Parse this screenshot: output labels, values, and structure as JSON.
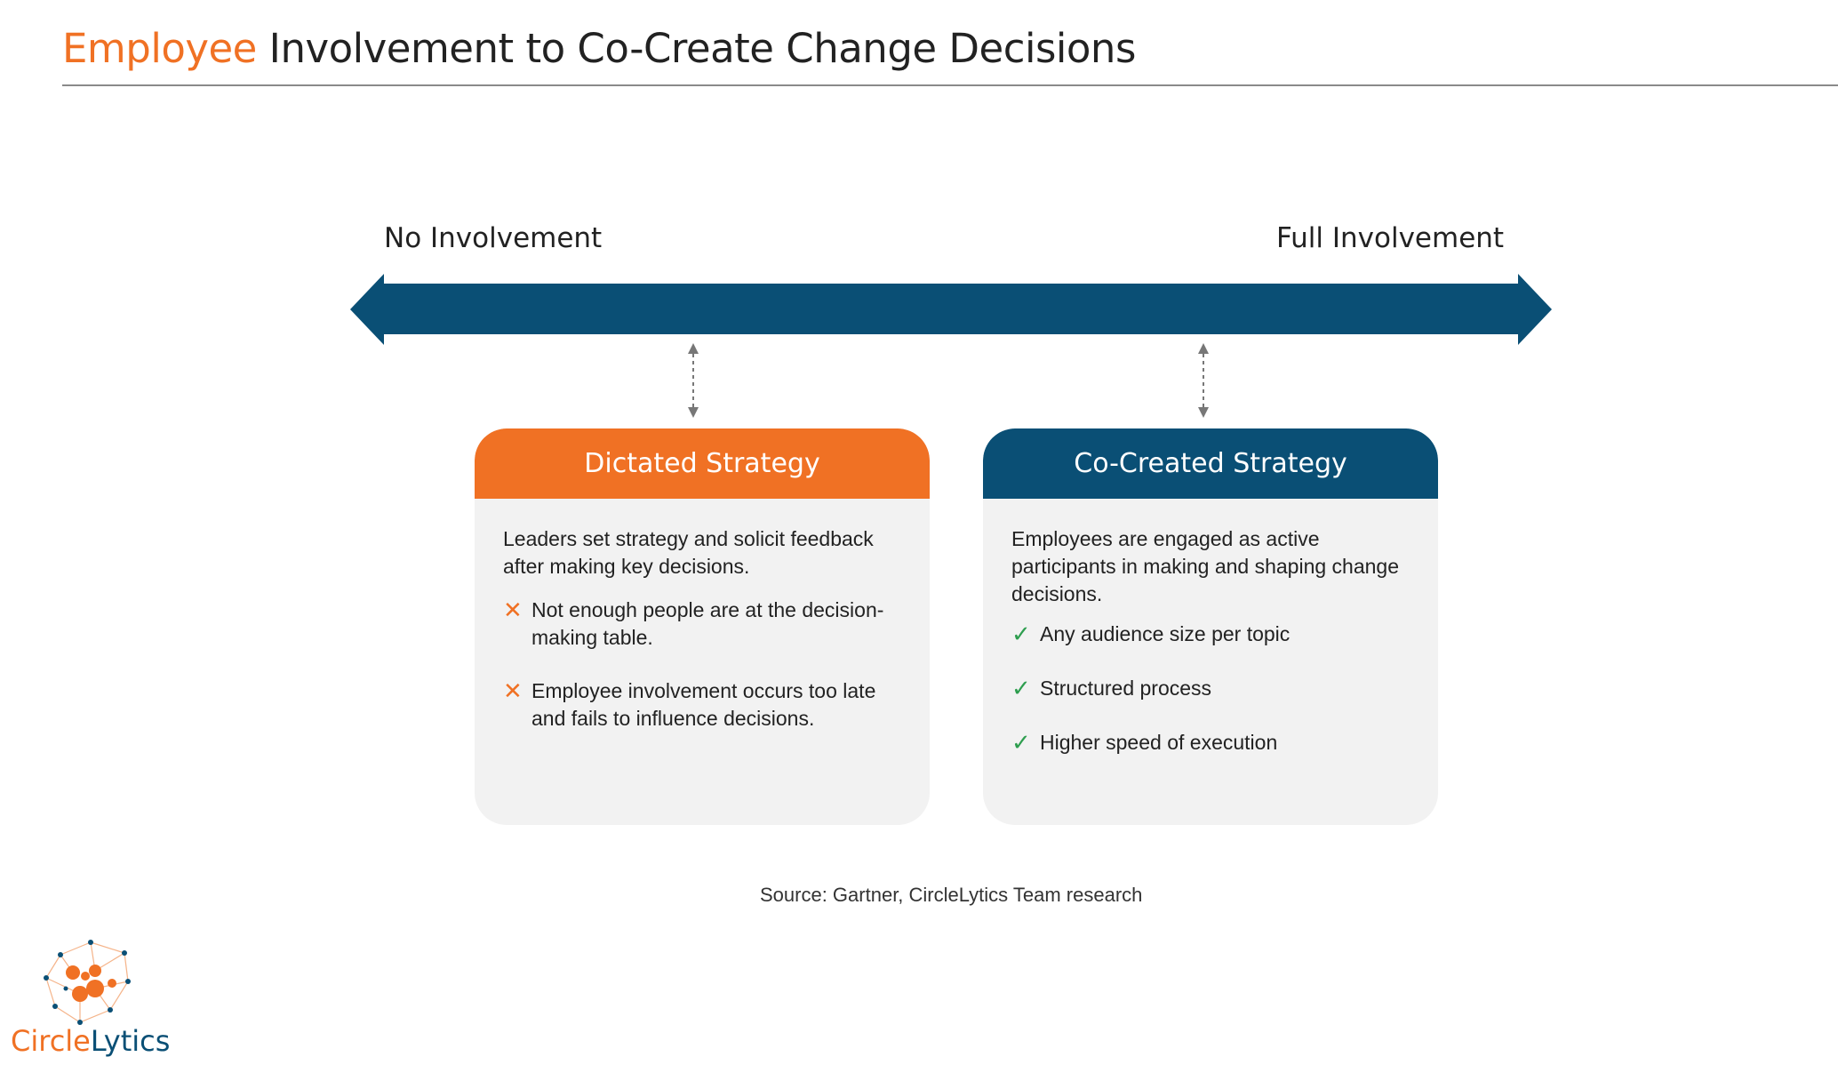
{
  "title": {
    "accent": "Employee",
    "rest": " Involvement to Co-Create Change Decisions"
  },
  "scale": {
    "left_label": "No Involvement",
    "right_label": "Full Involvement"
  },
  "cards": {
    "dictated": {
      "header": "Dictated Strategy",
      "intro": "Leaders set strategy and solicit feedback after making key decisions.",
      "items": [
        "Not enough people are at the decision-making table.",
        "Employee involvement occurs too late and fails to influence decisions."
      ],
      "item_icon": "x-mark-icon"
    },
    "cocreated": {
      "header": "Co-Created Strategy",
      "intro": "Employees are engaged as active participants in making and shaping change decisions.",
      "items": [
        "Any audience size per topic",
        "Structured process",
        "Higher speed of execution"
      ],
      "item_icon": "check-mark-icon"
    }
  },
  "source": "Source: Gartner, CircleLytics Team research",
  "logo": {
    "part1": "Circle",
    "part2": "Lytics",
    "icon": "network-nodes-logo"
  },
  "colors": {
    "orange": "#f07124",
    "navy": "#0a4f75",
    "check_green": "#2e9e4f",
    "card_bg": "#f2f2f2"
  }
}
